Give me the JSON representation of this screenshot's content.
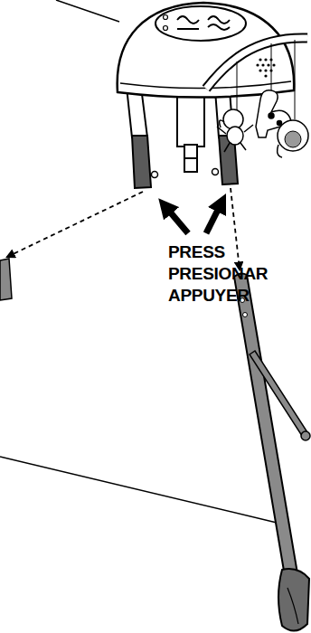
{
  "diagram": {
    "labels": [
      "PRESS",
      "PRESIONAR",
      "APPUYER"
    ]
  }
}
